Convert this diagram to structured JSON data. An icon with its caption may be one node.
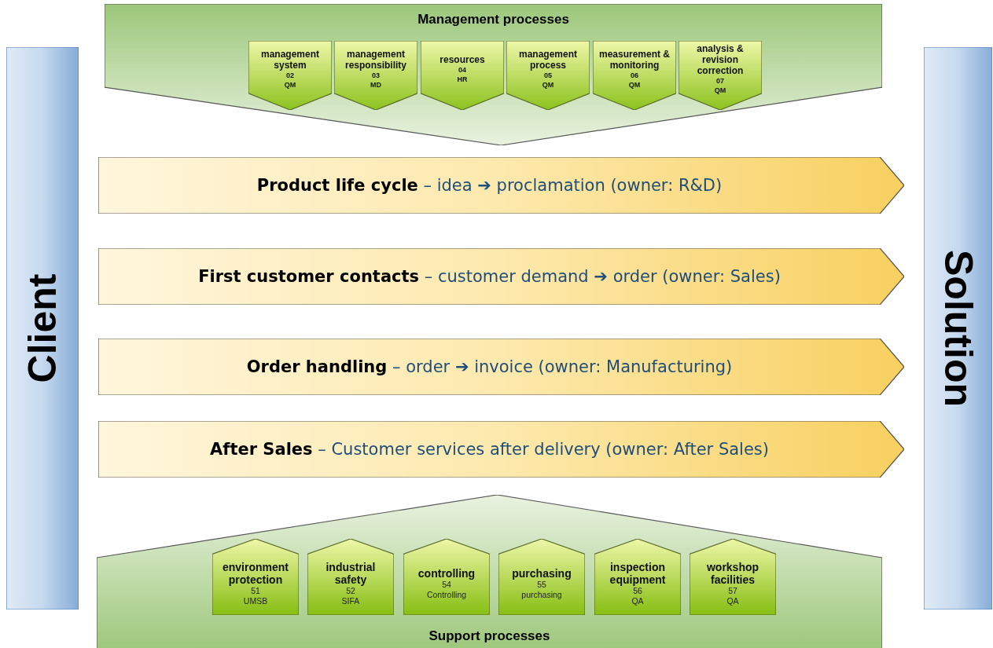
{
  "diagram": {
    "nodes": [
      {
        "text": [
          "Management processes"
        ]
      },
      {
        "text": [
          "management system",
          "02",
          "QM"
        ],
        "in": 0
      },
      {
        "text": [
          "management responsibility",
          "03",
          "MD"
        ],
        "in": 0
      },
      {
        "text": [
          "resources",
          "04",
          "HR"
        ],
        "in": 0
      },
      {
        "text": [
          "management process",
          "05",
          "QM"
        ],
        "in": 0
      },
      {
        "text": [
          "measurement & monitoring",
          "06",
          "QM"
        ],
        "in": 0
      },
      {
        "text": [
          "analysis & revision correction",
          "07",
          "QM"
        ],
        "in": 0
      },
      {
        "text": [
          "**Product life cycle** – idea ➔ proclamation (owner: R&D)"
        ]
      },
      {
        "text": [
          "**First customer contacts** – customer demand ➔ order (owner: Sales)"
        ]
      },
      {
        "text": [
          "**Order handling** – order ➔ invoice (owner: Manufacturing)"
        ]
      },
      {
        "text": [
          "**After Sales** – Customer services after delivery (owner: After Sales)"
        ]
      },
      {
        "text": [
          "Support processes"
        ]
      },
      {
        "text": [
          "environment protection",
          "51",
          "UMSB"
        ],
        "in": 11
      },
      {
        "text": [
          "industrial safety",
          "52",
          "SIFA"
        ],
        "in": 11
      },
      {
        "text": [
          "controlling",
          "54",
          "Controlling"
        ],
        "in": 11
      },
      {
        "text": [
          "purchasing",
          "55",
          "purchasing"
        ],
        "in": 11
      },
      {
        "text": [
          "inspection equipment",
          "56",
          "QA"
        ],
        "in": 11
      },
      {
        "text": [
          "workshop facilities",
          "57",
          "QA"
        ],
        "in": 11
      },
      {
        "text": [
          "Client"
        ]
      },
      {
        "text": [
          "Solution"
        ]
      }
    ]
  }
}
